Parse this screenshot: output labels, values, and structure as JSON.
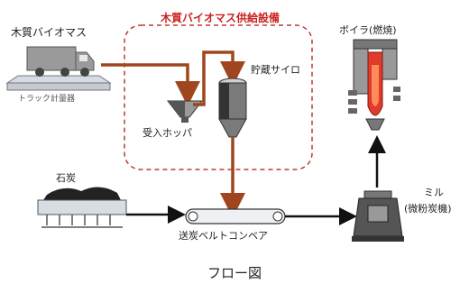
{
  "diagram": {
    "group_title": "木質バイオマス供給設備",
    "caption": "フロー図",
    "nodes": {
      "biomass": "木質バイオマス",
      "truck_scale": "トラック計量器",
      "hopper": "受入ホッパ",
      "silo": "貯蔵サイロ",
      "boiler": "ボイラ(燃焼)",
      "coal": "石炭",
      "conveyor": "送炭ベルトコンベア",
      "mill_name": "ミル",
      "mill_detail": "(微粉炭機)"
    },
    "colors": {
      "biomass_flow": "#a0461e",
      "coal_flow": "#111111",
      "group_border": "#c0392b",
      "boiler_flame": "#e03a2a",
      "truck": "#9a9a9a"
    }
  }
}
